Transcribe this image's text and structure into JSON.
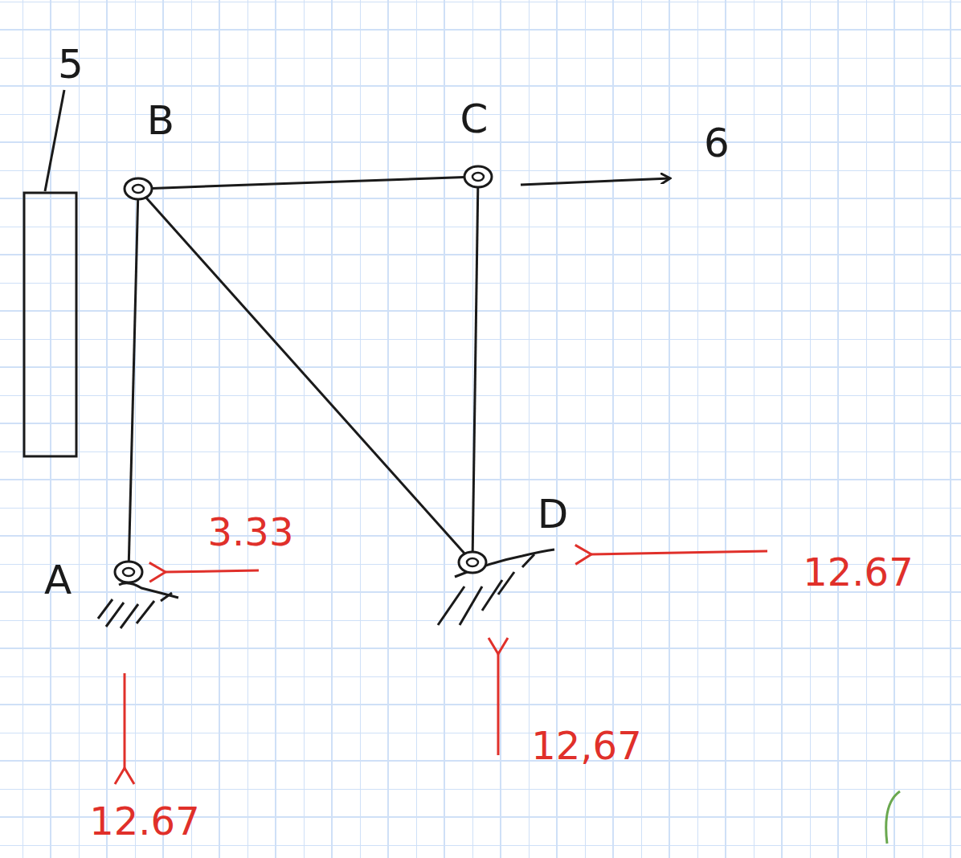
{
  "diagram": {
    "nodes": [
      {
        "text": [
          "B"
        ]
      },
      {
        "text": [
          "C"
        ]
      },
      {
        "text": [
          "A"
        ]
      },
      {
        "text": [
          "D"
        ]
      }
    ],
    "edges": [
      {
        "from": 0,
        "to": 1,
        "arrow": "none"
      },
      {
        "from": 0,
        "to": 2,
        "arrow": "none"
      },
      {
        "from": 0,
        "to": 3,
        "arrow": "none"
      },
      {
        "from": 1,
        "to": 3,
        "arrow": "none"
      }
    ],
    "labels": [
      "5",
      "6",
      "3.33",
      "12.67",
      "12,67",
      "12.67"
    ]
  }
}
